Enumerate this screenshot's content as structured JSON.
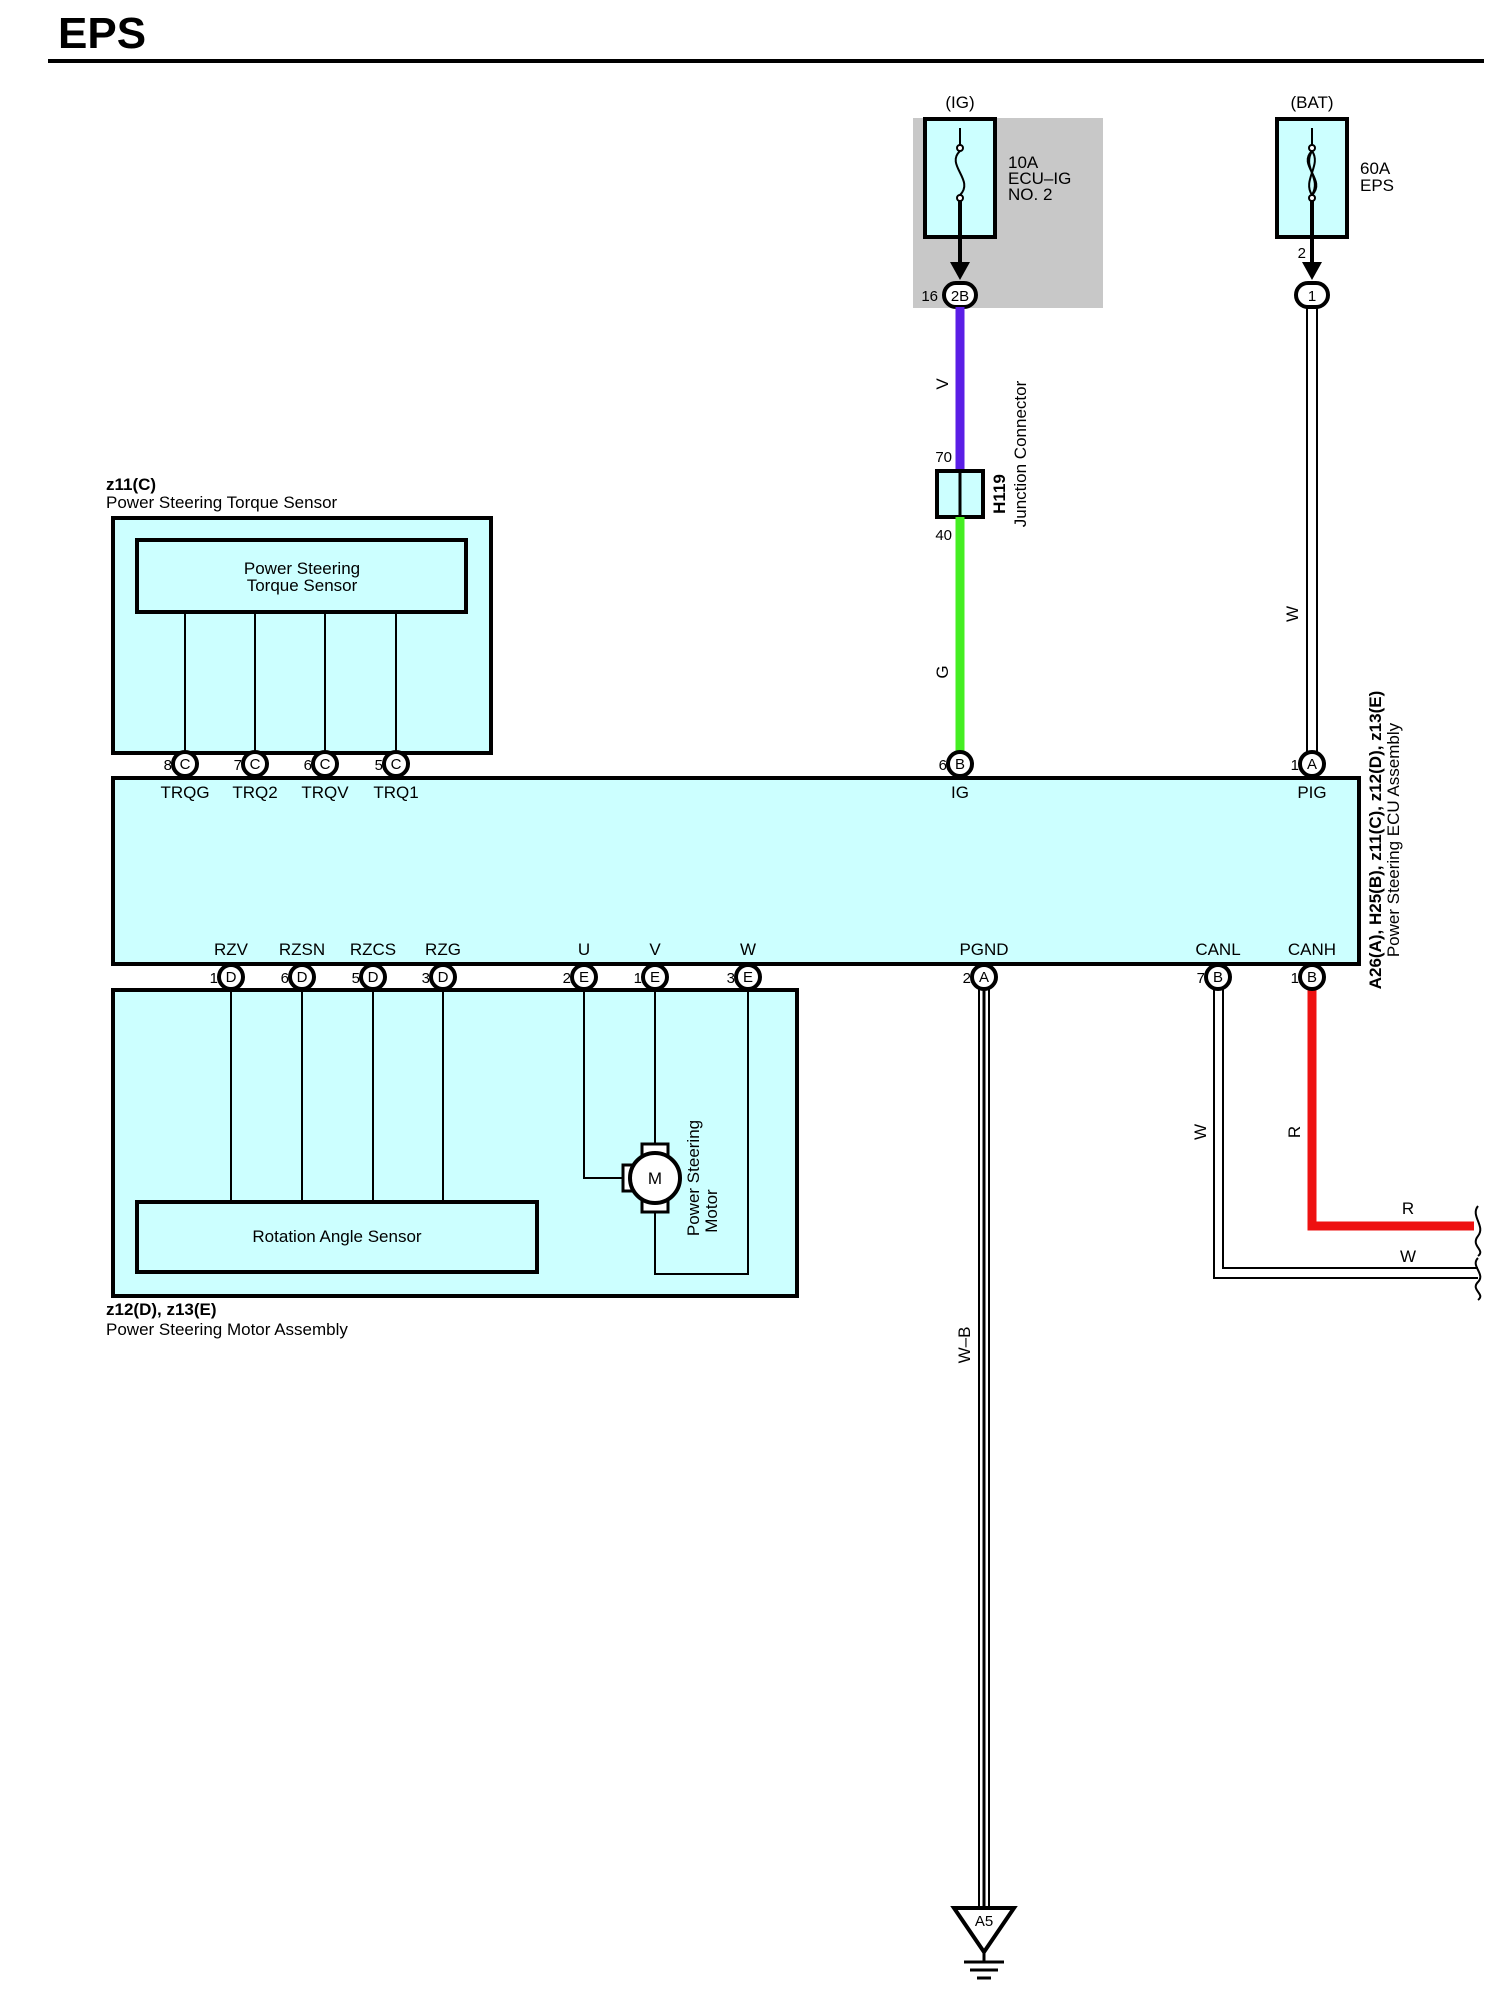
{
  "title": "EPS",
  "colors": {
    "box_fill": "#ccffff",
    "fuse_area": "#c8c8c8",
    "wire_v": "#5a1ee6",
    "wire_g": "#44ee22",
    "wire_r": "#ee1111",
    "line": "#000000"
  },
  "fuse_ig": {
    "source": "(IG)",
    "rating": "10A",
    "name1": "ECU–IG",
    "name2": "NO. 2",
    "pin": "16",
    "conn": "2B"
  },
  "fuse_bat": {
    "source": "(BAT)",
    "rating": "60A",
    "name": "EPS",
    "pin": "2",
    "conn": "1"
  },
  "junction": {
    "id": "H119",
    "name": "Junction Connector",
    "pin_top": "70",
    "pin_bottom": "40"
  },
  "wires": {
    "v": "V",
    "g": "G",
    "w_pig": "W",
    "w_canl": "W",
    "r_canh": "R",
    "r_out": "R",
    "w_out": "W",
    "wb": "W–B"
  },
  "ecu": {
    "codes": "A26(A), H25(B), z11(C), z12(D), z13(E)",
    "name": "Power Steering ECU Assembly",
    "top_pins": [
      {
        "num": "8",
        "conn": "C",
        "label": "TRQG"
      },
      {
        "num": "7",
        "conn": "C",
        "label": "TRQ2"
      },
      {
        "num": "6",
        "conn": "C",
        "label": "TRQV"
      },
      {
        "num": "5",
        "conn": "C",
        "label": "TRQ1"
      },
      {
        "num": "6",
        "conn": "B",
        "label": "IG"
      },
      {
        "num": "1",
        "conn": "A",
        "label": "PIG"
      }
    ],
    "bottom_pins": [
      {
        "num": "1",
        "conn": "D",
        "label": "RZV"
      },
      {
        "num": "6",
        "conn": "D",
        "label": "RZSN"
      },
      {
        "num": "5",
        "conn": "D",
        "label": "RZCS"
      },
      {
        "num": "3",
        "conn": "D",
        "label": "RZG"
      },
      {
        "num": "2",
        "conn": "E",
        "label": "U"
      },
      {
        "num": "1",
        "conn": "E",
        "label": "V"
      },
      {
        "num": "3",
        "conn": "E",
        "label": "W"
      },
      {
        "num": "2",
        "conn": "A",
        "label": "PGND"
      },
      {
        "num": "7",
        "conn": "B",
        "label": "CANL"
      },
      {
        "num": "1",
        "conn": "B",
        "label": "CANH"
      }
    ]
  },
  "torque_sensor": {
    "code": "z11(C)",
    "name": "Power Steering Torque Sensor",
    "inner1": "Power Steering",
    "inner2": "Torque Sensor"
  },
  "motor_assembly": {
    "code": "z12(D), z13(E)",
    "name": "Power Steering Motor Assembly",
    "rotation": "Rotation Angle Sensor",
    "motor1": "Power Steering",
    "motor2": "Motor",
    "motor_symbol": "M"
  },
  "ground": {
    "id": "A5"
  }
}
